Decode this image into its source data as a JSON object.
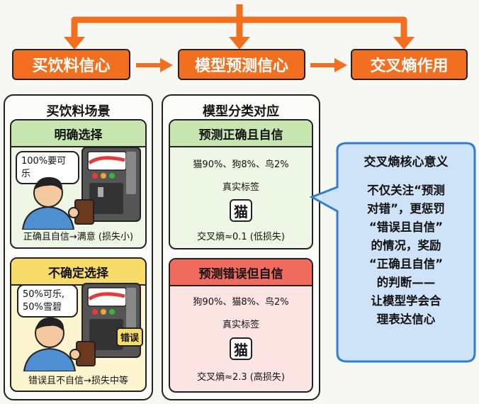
{
  "flow": {
    "step1": "买饮料信心",
    "step2": "模型预测信心",
    "step3": "交叉熵作用"
  },
  "left_panel": {
    "title": "买饮料场景",
    "card1": {
      "title": "明确选择",
      "bubble": "100%要可乐",
      "caption": "正确且自信→满意 (损失小)"
    },
    "card2": {
      "title": "不确定选择",
      "bubble_line1": "50%可乐,",
      "bubble_line2": "50%雪碧",
      "error_tag": "错误",
      "caption": "错误且不自信→损失中等"
    }
  },
  "mid_panel": {
    "title": "模型分类对应",
    "card1": {
      "title": "预测正确且自信",
      "probs": "猫90%、狗8%、鸟2%",
      "label_title": "真实标签",
      "label": "猫",
      "loss": "交叉熵≈0.1 (低损失)"
    },
    "card2": {
      "title": "预测错误但自信",
      "probs": "狗90%、猫8%、鸟2%",
      "label_title": "真实标签",
      "label": "猫",
      "loss": "交叉熵≈2.3 (高损失)"
    }
  },
  "right_bubble": {
    "title": "交叉熵核心意义",
    "lines": [
      "不仅关注“预测",
      "对错”，更惩罚",
      "“错误且自信”",
      "的情况，奖励",
      "“正确且自信”",
      "的判断——",
      "让模型学会合",
      "理表达信心"
    ]
  },
  "colors": {
    "header": "#f36f20",
    "green": "#c7e6b0",
    "green_light": "#eef7e6",
    "yellow": "#f8dc6a",
    "yellow_light": "#fdf5cf",
    "red": "#f06a5e",
    "red_light": "#fbe4e1",
    "blue": "#2f7fcf"
  }
}
